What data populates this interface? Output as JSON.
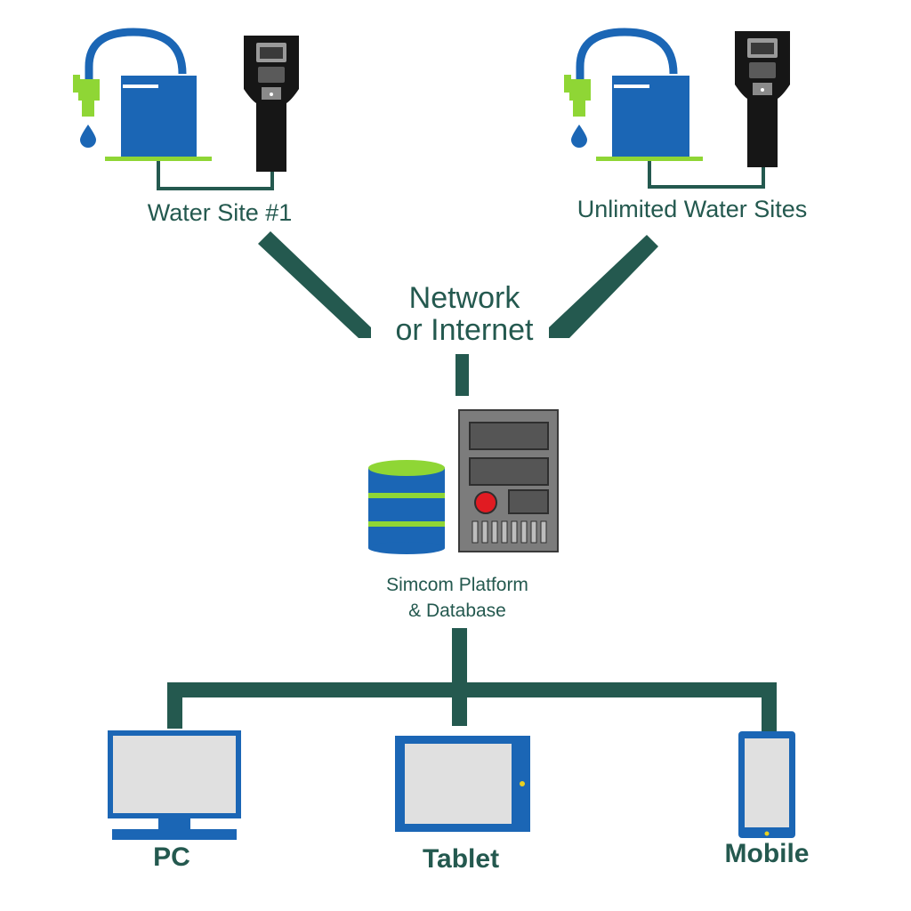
{
  "sites": [
    {
      "label": "Water Site #1"
    },
    {
      "label": "Unlimited Water Sites"
    }
  ],
  "network": {
    "line1": "Network",
    "line2": "or Internet"
  },
  "platform": {
    "line1": "Simcom Platform",
    "line2": "& Database"
  },
  "devices": [
    {
      "label": "PC"
    },
    {
      "label": "Tablet"
    },
    {
      "label": "Mobile"
    }
  ],
  "colors": {
    "line": "#24594f",
    "blue": "#1b66b5",
    "green": "#8fd635",
    "black": "#161616",
    "screen": "#e0e0e0",
    "server": "#7c7c7c",
    "red": "#e11b22"
  },
  "icons": [
    "water-tank-icon",
    "faucet-icon",
    "water-drop-icon",
    "meter-terminal-icon",
    "database-icon",
    "server-icon",
    "pc-icon",
    "tablet-icon",
    "mobile-icon"
  ]
}
